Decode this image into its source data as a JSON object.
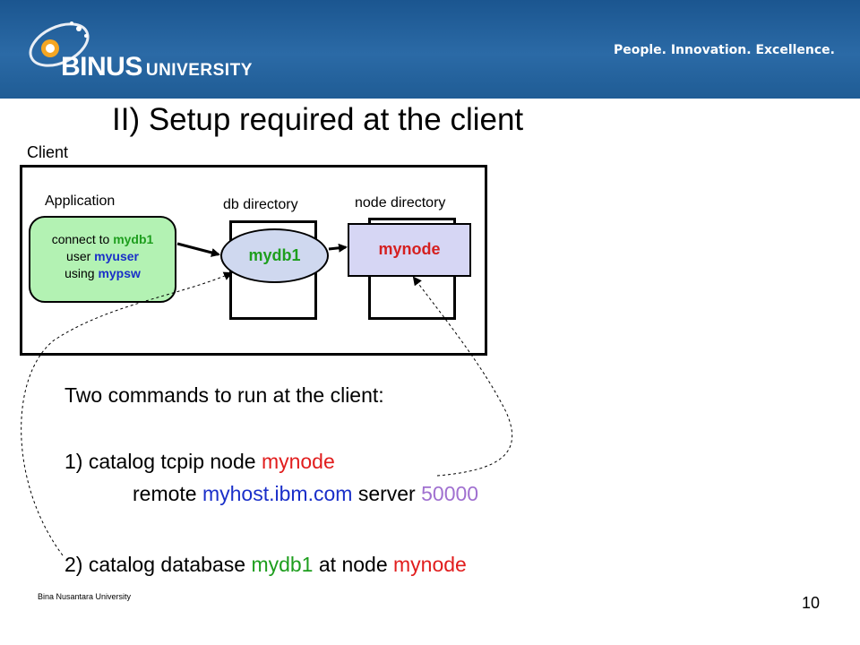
{
  "header": {
    "logo_main": "BINUS",
    "logo_sub": "UNIVERSITY",
    "tagline": "People. Innovation. Excellence."
  },
  "title": "II) Setup required at the client",
  "diagram": {
    "client_label": "Client",
    "application_label": "Application",
    "db_directory_label": "db directory",
    "node_directory_label": "node directory",
    "app": {
      "connect_prefix": "connect to",
      "db": "mydb1",
      "user_prefix": "user",
      "user": "myuser",
      "using_prefix": "using",
      "password": "mypsw"
    },
    "db_entry": "mydb1",
    "node_entry": "mynode"
  },
  "commands": {
    "intro": "Two commands to run at the client:",
    "cmd1_prefix": "1) catalog tcpip node",
    "cmd1_node": "mynode",
    "cmd1b_prefix": "remote",
    "cmd1b_host": "myhost.ibm.com",
    "cmd1b_mid": "server",
    "cmd1b_port": "50000",
    "cmd2_prefix": "2) catalog database",
    "cmd2_db": "mydb1",
    "cmd2_mid": "at node",
    "cmd2_node": "mynode"
  },
  "footer": {
    "org": "Bina Nusantara University",
    "page": "10"
  }
}
